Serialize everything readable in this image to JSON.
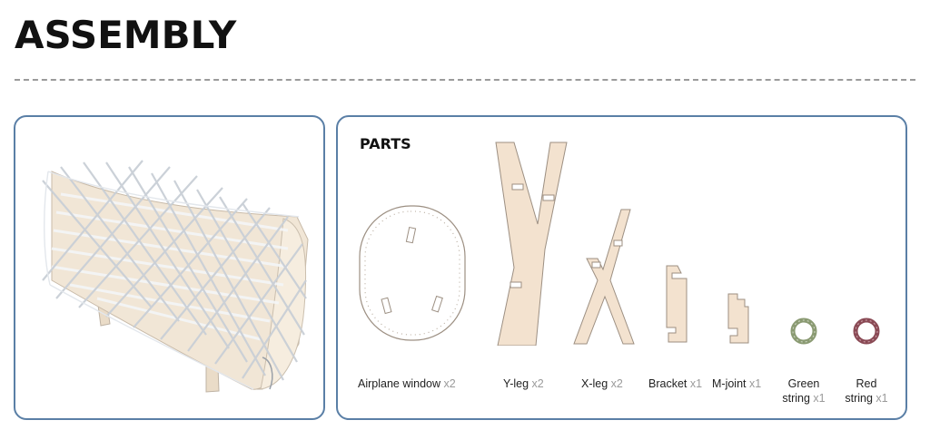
{
  "page": {
    "title": "ASSEMBLY"
  },
  "parts": {
    "heading": "PARTS",
    "items": [
      {
        "name": "Airplane window",
        "qty": "x2"
      },
      {
        "name": "Y-leg",
        "qty": "x2"
      },
      {
        "name": "X-leg",
        "qty": "x2"
      },
      {
        "name": "Bracket",
        "qty": "x1"
      },
      {
        "name": "M-joint",
        "qty": "x1"
      },
      {
        "name_line1": "Green",
        "name_line2": "string",
        "qty": "x1",
        "ring_color": "#8a9a72"
      },
      {
        "name_line1": "Red",
        "name_line2": "string",
        "qty": "x1",
        "ring_color": "#8a4a55"
      }
    ]
  },
  "colors": {
    "panel_border": "#5a7fa6",
    "wood": "#f3e2cf",
    "wood_edge": "#9c8f82",
    "string_white": "#d8dde3"
  }
}
